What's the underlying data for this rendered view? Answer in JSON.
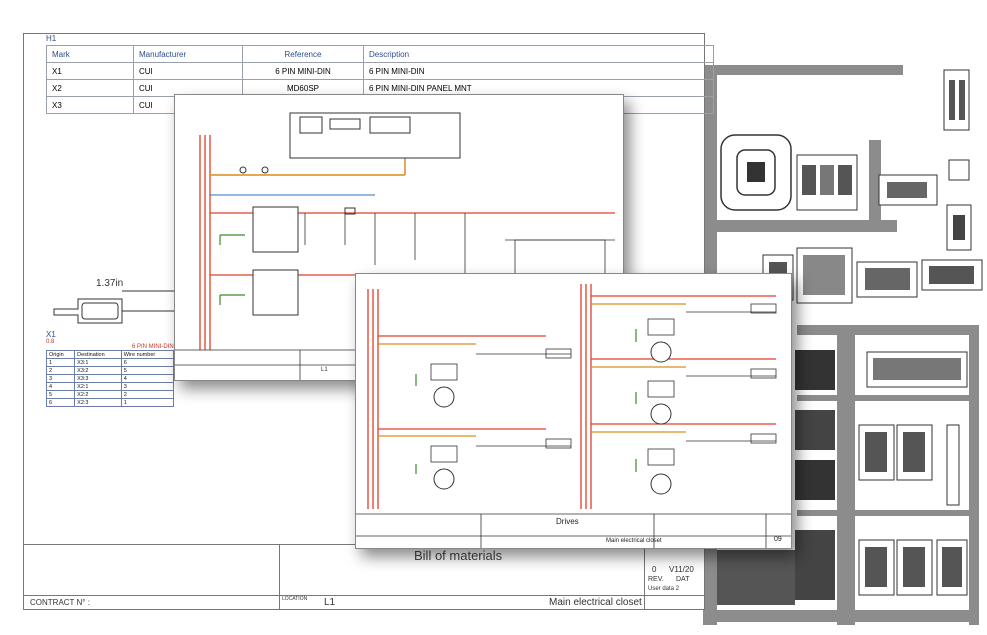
{
  "bom_sheet": {
    "corner_label": "H1",
    "columns": [
      "Mark",
      "Manufacturer",
      "Reference",
      "Description"
    ],
    "rows": [
      [
        "X1",
        "CUI",
        "6 PIN MINI-DIN",
        "6 PIN MINI-DIN"
      ],
      [
        "X2",
        "CUI",
        "MD60SP",
        "6 PIN MINI-DIN PANEL MNT"
      ],
      [
        "X3",
        "CUI",
        "",
        ""
      ]
    ],
    "title": "Bill of materials",
    "contract_label": "CONTRACT N° :",
    "location_label": "LOCATION",
    "location_value": "L1",
    "closet_label": "Main electrical closet",
    "rev_label": "REV.",
    "date_label": "DAT",
    "rev_value": "0",
    "date_value": "V11/20",
    "user_data": "User data 2"
  },
  "cable": {
    "length_label": "1.37in",
    "connector_mark": "X1",
    "connector_sub": "0.8",
    "connector_ref": "6 PIN MINI-DIN",
    "table_headers": [
      "Origin",
      "Destination",
      "Wire number"
    ],
    "table_rows": [
      [
        "1",
        "X3:1",
        "6"
      ],
      [
        "2",
        "X3:2",
        "5"
      ],
      [
        "3",
        "X3:3",
        "4"
      ],
      [
        "4",
        "X2:1",
        "3"
      ],
      [
        "5",
        "X2:2",
        "2"
      ],
      [
        "6",
        "X2:3",
        "1"
      ]
    ]
  },
  "schematic_sheet": {
    "location_value": "L1"
  },
  "drives_sheet": {
    "title": "Drives",
    "subtitle": "Main electrical closet",
    "page_number": "09",
    "colors": {
      "power": "#e0402a",
      "control": "#d98c1e",
      "ground": "#3a8a2a",
      "line": "#333333"
    }
  },
  "colors": {
    "header_blue": "#2d4e8a",
    "panel_gray": "#8c8c8c"
  }
}
